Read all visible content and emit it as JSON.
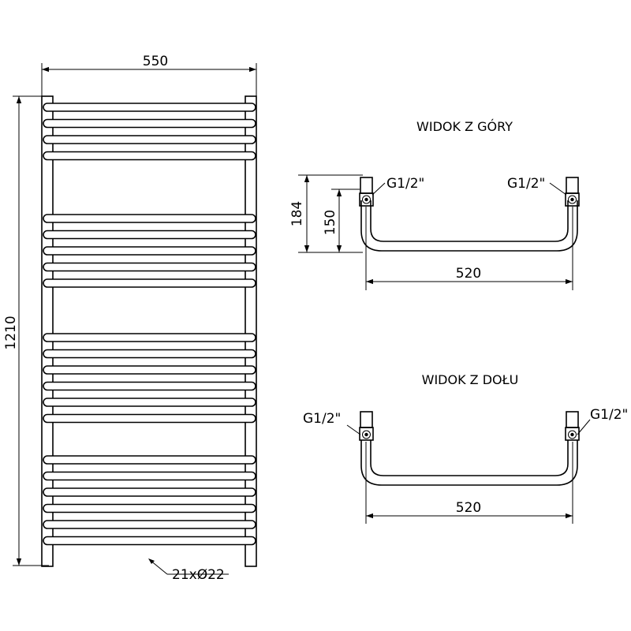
{
  "front_view": {
    "width_label": "550",
    "height_label": "1210",
    "tubes_label": "21xØ22",
    "bar_groups": [
      4,
      5,
      6,
      6
    ]
  },
  "top_view": {
    "title": "WIDOK Z GÓRY",
    "depth_outer_label": "184",
    "depth_inner_label": "150",
    "spacing_label": "520",
    "connector_left_label": "G1/2\"",
    "connector_right_label": "G1/2\""
  },
  "bottom_view": {
    "title": "WIDOK Z DOŁU",
    "spacing_label": "520",
    "connector_left_label": "G1/2\"",
    "connector_right_label": "G1/2\""
  }
}
